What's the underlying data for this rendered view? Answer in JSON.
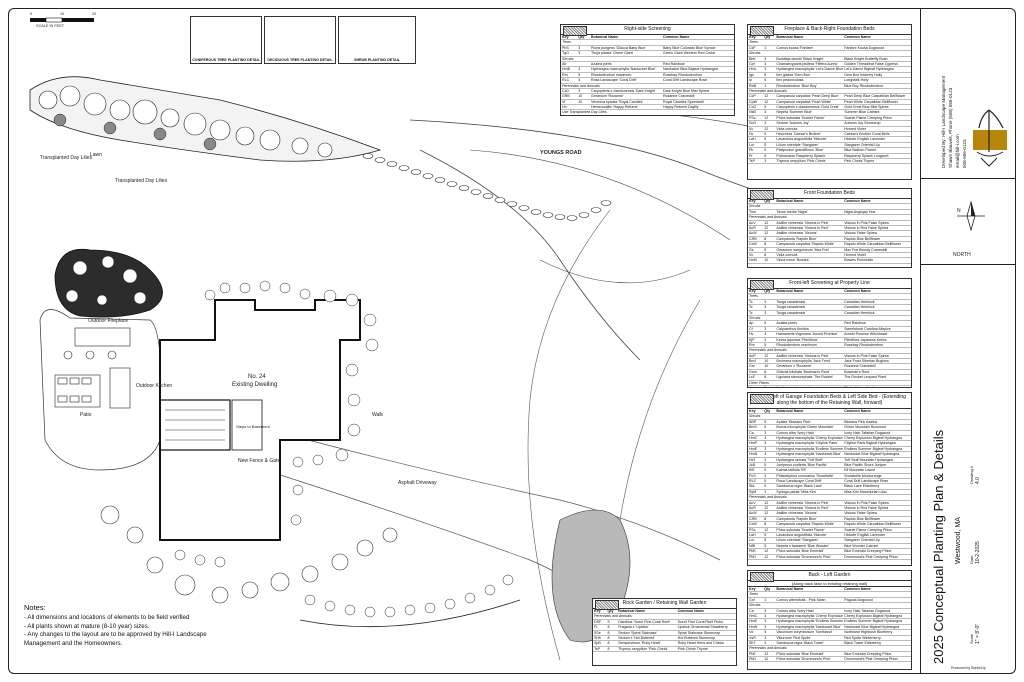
{
  "plan": {
    "street_label": "YOUNGS ROAD",
    "dwelling_name": "No. 24",
    "dwelling_sub": "Existing Dwelling",
    "labels": {
      "transplanted1": "Transplanted Day Lilies",
      "transplanted2": "Transplanted Day Lilies",
      "outdoor_kitchen": "Outdoor Kitchen",
      "patio": "Patio",
      "outdoor_fireplace": "Outdoor Fireplace",
      "new_fence": "New Fence & Gate",
      "steps": "Steps to Basement",
      "asphalt": "Asphalt Driveway",
      "walk": "Walk",
      "lawn": "Lawn"
    },
    "scale_label": "SCALE IN FEET",
    "scale_ticks": [
      "0",
      "10",
      "20"
    ]
  },
  "details": [
    {
      "caption": "CONIFEROUS TREE PLANTING DETAIL"
    },
    {
      "caption": "DECIDUOUS TREE PLANTING DETAIL"
    },
    {
      "caption": "SHRUB PLANTING DETAIL"
    }
  ],
  "tables": {
    "headers": [
      "Key",
      "Qty",
      "Botanical Name",
      "Common Name"
    ],
    "right_side": {
      "title": "Right-side Screening",
      "rows": [
        [
          "Trees",
          "",
          "",
          ""
        ],
        [
          "PbS",
          "3",
          "Picea pungens 'Glauca Baby Blue'",
          "Baby Blue Colorado Blue Spruce"
        ],
        [
          "TgG",
          "3",
          "Thuja plicata 'Green Giant'",
          "Green Giant Western Red Cedar"
        ],
        [
          "Shrubs",
          "",
          "",
          ""
        ],
        [
          "Ab",
          "",
          "Azalea pieris",
          "Red Rainbow"
        ],
        [
          "HmB",
          "3",
          "Hydrangea macrophylla 'Nantucket Blue'",
          "Nantucket Blue Bigleaf Hydrangea"
        ],
        [
          "Rm",
          "5",
          "Rhododendron maximum",
          "Rosebay Rhododendron"
        ],
        [
          "RLC",
          "3",
          "Rosa Landscape 'Coral Drift'",
          "Coral Drift Landscape Rose"
        ],
        [
          "Perennials and Annuals",
          "",
          "",
          ""
        ],
        [
          "CcD",
          "3",
          "Caryopteris x clandonensis 'Dark Knight'",
          "Dark Knight Blue Mist Spirea"
        ],
        [
          "GRB",
          "10",
          "Geranium 'Rozanne'",
          "Rozanne Cranesbill"
        ],
        [
          "Vf",
          "10",
          "Veronica spicata 'Royal Candles'",
          "Royal Candles Speedwell"
        ],
        [
          "Hh",
          "",
          "Hemerocallis 'Happy Returns'",
          "Happy Returns Daylily"
        ],
        [
          "Use Transplanted Day Lilies",
          "",
          "",
          ""
        ]
      ]
    },
    "fireplace": {
      "title": "Fireplace & Back-Right Foundation Beds",
      "rows": [
        [
          "Trees",
          "",
          "",
          ""
        ],
        [
          "CkF",
          "1",
          "Cornus kousa 'Fanfare'",
          "Fanfare Kousa Dogwood"
        ],
        [
          "Shrubs",
          "",
          "",
          ""
        ],
        [
          "BbK",
          "3",
          "Buddleja davidii 'Black Knight'",
          "Black Knight Butterfly Bush"
        ],
        [
          "Cpf",
          "3",
          "Chamaecyparis pisifera 'Filifera Aurea'",
          "Golden Threadleaf False Cypress"
        ],
        [
          "HmL",
          "3",
          "Hydrangea macrophylla 'Let's Dance Blue Jangles'",
          "Let's Dance Bigleaf Hydrangea"
        ],
        [
          "Igs",
          "5",
          "Ilex glabra 'Gem Box'",
          "Gem Box Inkberry Holly"
        ],
        [
          "Ip",
          "5",
          "Ilex pedunculosa",
          "Longstalk Holly"
        ],
        [
          "RbB",
          "1",
          "Rhododendron 'Blue Boy'",
          "Blue Boy Rhododendron"
        ],
        [
          "Perennials and Annuals",
          "",
          "",
          ""
        ],
        [
          "CcP",
          "12",
          "Campanula carpatica 'Pearl Deep Blue'",
          "Pearl Deep Blue Carpathian Bellflower"
        ],
        [
          "CpW",
          "12",
          "Campanula carpatica 'Pearl White'",
          "Pearl White Carpathian Bellflower"
        ],
        [
          "CcG",
          "5",
          "Caryopteris x clandonensis 'Gold Crest'",
          "Gold Crest Blue Mist Spirea"
        ],
        [
          "NsB",
          "3",
          "Nepeta 'Summer Blue'",
          "Summer Blue Catmint"
        ],
        [
          "PSc",
          "12",
          "Phlox subulata 'Scarlet Flame'",
          "Scarlet Flame Creeping Phlox"
        ],
        [
          "SoG",
          "3",
          "Sedum 'Autumn Joy'",
          "Autumn Joy Stonecrop"
        ],
        [
          "Vc",
          "12",
          "Viola cornuta",
          "Horned Violet"
        ],
        [
          "Hc",
          "5",
          "Heuchera 'Caesar's Brother'",
          "Caesar's Brother Coral Bells"
        ],
        [
          "LaH",
          "5",
          "Lavandula angustifolia 'Hidcote'",
          "Hidcote English Lavender"
        ],
        [
          "Lor",
          "5",
          "Lilium orientale 'Stargazer'",
          "Stargazer Oriental Lily"
        ],
        [
          "Pb",
          "5",
          "Platycodon grandiflorus 'Blue'",
          "Blue Balloon Flower"
        ],
        [
          "Pr",
          "5",
          "Pulmonaria 'Raspberry Splash'",
          "Raspberry Splash Lungwort"
        ],
        [
          "TsP",
          "3",
          "Thymus serpyllum 'Pink Chintz'",
          "Pink Chintz Thyme"
        ]
      ]
    },
    "front_foundation": {
      "title": "Front Foundation Beds",
      "rows": [
        [
          "Shrubs",
          "",
          "",
          ""
        ],
        [
          "Tmn",
          "",
          "Taxus media 'Nigra'",
          "Nigra Anglojap Yew"
        ],
        [
          "Perennials and Annuals",
          "",
          "",
          ""
        ],
        [
          "AcV",
          "12",
          "Astilbe chinensis 'Visions in Pink'",
          "Visions in Pink False Spirea"
        ],
        [
          "AcR",
          "12",
          "Astilbe chinensis 'Visions in Red'",
          "Visions in Red False Spirea"
        ],
        [
          "AcW",
          "12",
          "Astilbe chinensis 'Visions'",
          "Visions False Spirea"
        ],
        [
          "CRB",
          "8",
          "Campanula 'Rapido Blue'",
          "Rapido Blue Bellflower"
        ],
        [
          "CcW",
          "8",
          "Campanula carpatica 'Rapido White'",
          "Rapido White Carpathian Bellflower"
        ],
        [
          "Gs",
          "8",
          "Geranium sanguineum 'Max Frei'",
          "Max Frei Bloody Cranesbill"
        ],
        [
          "Vc",
          "8",
          "Viola cornuta",
          "Horned Violet"
        ],
        [
          "VmB",
          "10",
          "Vinca minor 'Bowles'",
          "Bowles Periwinkle"
        ]
      ]
    },
    "front_left": {
      "title": "Front-left Screening at Property Line",
      "rows": [
        [
          "Trees",
          "",
          "",
          ""
        ],
        [
          "Tc",
          "3",
          "Tsuga canadensis",
          "Canadian Hemlock"
        ],
        [
          "Tc",
          "3",
          "Tsuga canadensis",
          "Canadian Hemlock"
        ],
        [
          "Tc",
          "3",
          "Tsuga canadensis",
          "Canadian Hemlock"
        ],
        [
          "Shrubs",
          "",
          "",
          ""
        ],
        [
          "Ap",
          "5",
          "Azalea pieris",
          "Red Rainbow"
        ],
        [
          "Cf",
          "3",
          "Calycanthus floridus",
          "Sweetshrub Carolina Allspice"
        ],
        [
          "Hv",
          "3",
          "Hamamelis virginiana 'Arnold Promise'",
          "Arnold Promise Witchhazel"
        ],
        [
          "KjP",
          "3",
          "Kerria japonica 'Pleniflora'",
          "Pleniflora Japanese Kerria"
        ],
        [
          "Rm",
          "5",
          "Rhododendron maximum",
          "Rosebay Rhododendron"
        ],
        [
          "Perennials and Annuals",
          "",
          "",
          ""
        ],
        [
          "AcP",
          "12",
          "Astilbe chinensis 'Visions in Pink'",
          "Visions in Pink False Spirea"
        ],
        [
          "BmJ",
          "10",
          "Brunnera macrophylla 'Jack Frost'",
          "Jack Frost Siberian Bugloss"
        ],
        [
          "Gm",
          "10",
          "Geranium x 'Rozanne'",
          "Rozanne Cranesbill"
        ],
        [
          "Gmn",
          "8",
          "Gillenia trifoliata 'Bowman's Root'",
          "Bowman's Root"
        ],
        [
          "LsF",
          "8",
          "Ligularia stenocephala 'The Rocket'",
          "The Rocket Leopard Plant"
        ],
        [
          "Other Plants",
          "",
          "",
          ""
        ],
        [
          "Ap",
          "5",
          "Azalea periclymenoides",
          "Pinxterbloom Azalea"
        ]
      ]
    },
    "garage": {
      "title": "Back & Left of Garage Foundation Beds & Left Side Bed - (Extending along the bottom of the Retaining Wall, forward)",
      "rows": [
        [
          "Shrubs",
          "",
          "",
          ""
        ],
        [
          "ABP",
          "5",
          "Azalea 'Bloeaus Pink'",
          "Bloeaus Pink Azalea"
        ],
        [
          "BmS",
          "5",
          "Buxus microphylla 'Green Mountain'",
          "Green Mountain Boxwood"
        ],
        [
          "Ca",
          "3",
          "Cornus alba 'Ivory Halo'",
          "Ivory Halo Tatarian Dogwood"
        ],
        [
          "HmC",
          "3",
          "Hydrangea macrophylla 'Cherry Explosion'",
          "Cherry Explosion Bigleaf Hydrangea"
        ],
        [
          "HmP",
          "3",
          "Hydrangea macrophylla 'Cityline Paris'",
          "Cityline Paris Bigleaf Hydrangea"
        ],
        [
          "HmE",
          "3",
          "Hydrangea macrophylla 'Endless Summer'",
          "Endless Summer Bigleaf Hydrangea"
        ],
        [
          "HmN",
          "3",
          "Hydrangea macrophylla 'Nantucket Blue'",
          "Nantucket Blue Bigleaf Hydrangea"
        ],
        [
          "HsT",
          "3",
          "Hydrangea serrata 'Tuff Stuff'",
          "Tuff Stuff Mountain Hydrangea"
        ],
        [
          "JcB",
          "5",
          "Juniperus conferta 'Blue Pacific'",
          "Blue Pacific Shore Juniper"
        ],
        [
          "KlE",
          "5",
          "Kalmia latifolia 'Elf'",
          "Elf Mountain Laurel"
        ],
        [
          "PcS",
          "3",
          "Philadelphus coronarius 'Snowbelle'",
          "Snowbelle Mockorange"
        ],
        [
          "RLC",
          "5",
          "Rosa 'Landscape Coral Drift'",
          "Coral Drift Landscape Rose"
        ],
        [
          "SbL",
          "5",
          "Sambucus nigra 'Black Lace'",
          "Black Lace Elderberry"
        ],
        [
          "SyM",
          "3",
          "Syringa patula 'Miss Kim'",
          "Miss Kim Manchurian Lilac"
        ],
        [
          "Perennials and Annuals",
          "",
          "",
          ""
        ],
        [
          "AcV",
          "12",
          "Astilbe chinensis 'Visions in Pink'",
          "Visions in Pink False Spirea"
        ],
        [
          "AcR",
          "12",
          "Astilbe chinensis 'Visions in Red'",
          "Visions in Red False Spirea"
        ],
        [
          "AcW",
          "12",
          "Astilbe chinensis 'Visions'",
          "Visions False Spirea"
        ],
        [
          "CRB",
          "8",
          "Campanula 'Rapido Blue'",
          "Rapido Blue Bellflower"
        ],
        [
          "CcW",
          "8",
          "Campanula carpatica 'Rapido White'",
          "Rapido White Carpathian Bellflower"
        ],
        [
          "PSc",
          "12",
          "Phlox subulata 'Scarlet Flame'",
          "Scarlet Flame Creeping Phlox"
        ],
        [
          "LaH",
          "5",
          "Lavandula angustifolia 'Hidcote'",
          "Hidcote English Lavender"
        ],
        [
          "Lor",
          "5",
          "Lilium orientale 'Stargazer'",
          "Stargazer Oriental Lily"
        ],
        [
          "NfB",
          "5",
          "Nepeta x faassenii 'Blue Wonder'",
          "Blue Wonder Catmint"
        ],
        [
          "PbE",
          "12",
          "Phlox subulata 'Blue Emerald'",
          "Blue Emerald Creeping Phlox"
        ],
        [
          "PbD",
          "12",
          "Phlox subulata 'Drummond's Pink'",
          "Drummond's Pink Creeping Phlox"
        ]
      ]
    },
    "back_left": {
      "title": "Back - Left Garden",
      "subtitle": "(Along back lawn to existing retaining wall)",
      "rows": [
        [
          "Trees",
          "",
          "",
          ""
        ],
        [
          "Cpf",
          "1",
          "Cornus alternifolia - Pink Swan",
          "Pagoda Dogwood"
        ],
        [
          "Shrubs",
          "",
          "",
          ""
        ],
        [
          "Ca",
          "3",
          "Cornus alba 'Ivory Halo'",
          "Ivory Halo Tatarian Dogwood"
        ],
        [
          "HmC",
          "3",
          "Hydrangea macrophylla 'Cherry Explosion'",
          "Cherry Explosion Bigleaf Hydrangea"
        ],
        [
          "HmE",
          "3",
          "Hydrangea macrophylla 'Endless Summer'",
          "Endless Summer Bigleaf Hydrangea"
        ],
        [
          "HmN",
          "3",
          "Hydrangea macrophylla 'Nantucket Blue'",
          "Nantucket Blue Bigleaf Hydrangea"
        ],
        [
          "Vd",
          "5",
          "Vaccinium corymbosum 'Northland'",
          "Northland Highbush Blueberry"
        ],
        [
          "VsR",
          "3",
          "Viburnum 'Red Sprite'",
          "Red Sprite Winterberry"
        ],
        [
          "SbT",
          "3",
          "Sambucus nigra 'Black Tower'",
          "Black Tower Elderberry"
        ],
        [
          "Perennials and Annuals",
          "",
          "",
          ""
        ],
        [
          "PbE",
          "12",
          "Phlox subulata 'Blue Emerald'",
          "Blue Emerald Creeping Phlox"
        ],
        [
          "PbD",
          "12",
          "Phlox subulata 'Drummond's Pink'",
          "Drummond's Pink Creeping Phlox"
        ]
      ]
    },
    "rock_garden": {
      "title": "Rock Garden / Retaining Wall Garden",
      "rows": [
        [
          "Perennials and Annuals",
          "",
          "",
          ""
        ],
        [
          "DSF",
          "5",
          "Dianthus 'Scent First Coral Reef'",
          "Scent First Coral Reef Pinks"
        ],
        [
          "FL",
          "8",
          "Fragaria x 'Lipstick'",
          "Lipstick Ornamental Strawberry"
        ],
        [
          "SSe",
          "8",
          "Sedum 'Spiral Staircase'",
          "Spiral Staircase Stonecrop"
        ],
        [
          "SHb",
          "8",
          "Sedum x 'Hot Buttered'",
          "Hot Buttered Stonecrop"
        ],
        [
          "SpB",
          "8",
          "Sempervivum 'Ruby Heart'",
          "Ruby Heart Hens and Chicks"
        ],
        [
          "TsP",
          "8",
          "Thymus serpyllum 'Pink Chintz'",
          "Pink Chintz Thyme"
        ]
      ]
    }
  },
  "notes": {
    "title": "Notes:",
    "items": [
      "- All dimensions and locations of elements to be field verified",
      "- All plants shown at mature (8-10 year) sizes.",
      "- Any changes to the layout are to be approved by Hill-I Landscape",
      "  Management and the Homeowners."
    ]
  },
  "titleblock": {
    "company": "Developed By: Hill-I Landscape Management",
    "contact1": "Shawn Blauvelt, Phone (508) 555-0123",
    "contact2": "email@hill-i.com",
    "contact3": "508-555-0123",
    "north": "NORTH",
    "north_n": "N",
    "main_title": "2025 Conceptual Planting Plan & Details",
    "location": "Westwood, MA",
    "scale_label": "Scale",
    "scale_value": "1\" = 8'-0\"",
    "date_label": "Date",
    "date_value": "10-2-2025",
    "drawing_label": "Drawing #",
    "drawing_value": "4.0",
    "software": "Produced by SketchUp"
  }
}
